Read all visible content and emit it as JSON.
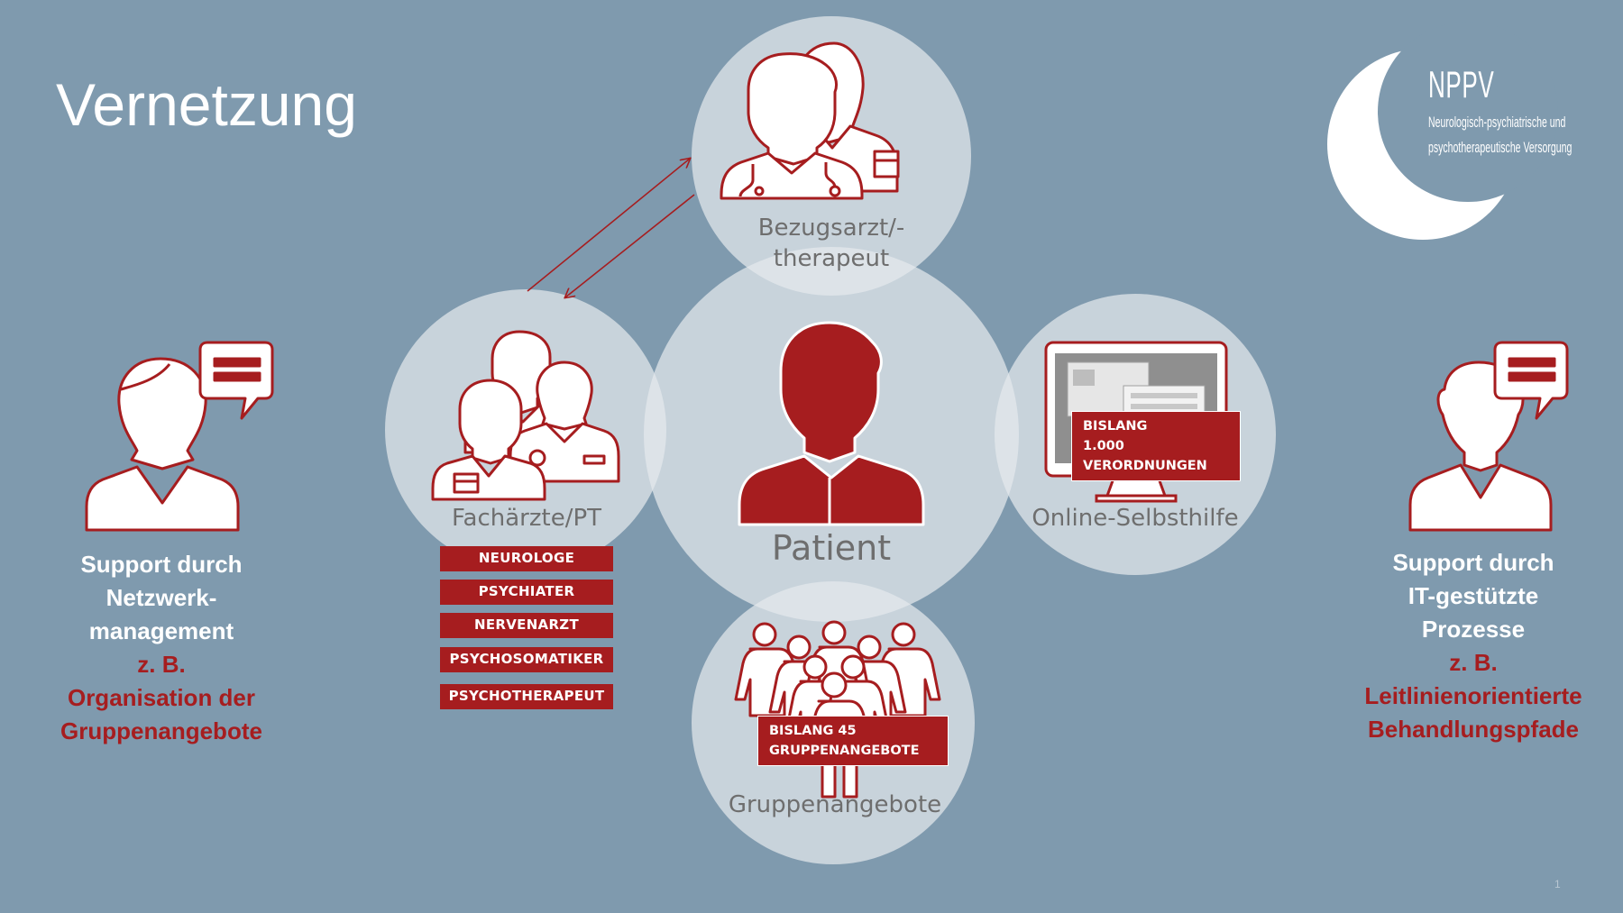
{
  "slide": {
    "title": "Vernetzung",
    "page_number": "1"
  },
  "logo": {
    "name": "NPPV",
    "subtitle_line1": "Neurologisch-psychiatrische und",
    "subtitle_line2": "psychotherapeutische Versorgung"
  },
  "nodes": {
    "center": "Patient",
    "top_line1": "Bezugsarzt/-",
    "top_line2": "therapeut",
    "left": "Fachärzte/PT",
    "right": "Online-Selbsthilfe",
    "bottom": "Gruppenangebote"
  },
  "specialists": [
    "NEUROLOGE",
    "PSYCHIATER",
    "NERVENARZT",
    "PSYCHOSOMATIKER",
    "PSYCHOTHERAPEUT"
  ],
  "online_box": {
    "line1": "BISLANG",
    "line2": "1.000 VERORDNUNGEN"
  },
  "group_box": {
    "line1": "BISLANG 45",
    "line2": "GRUPPENANGEBOTE"
  },
  "support_left": {
    "line1": "Support durch",
    "line2": "Netzwerk-",
    "line3": "management",
    "line4": "z. B.",
    "line5": "Organisation der",
    "line6": "Gruppenangebote"
  },
  "support_right": {
    "line1": "Support durch",
    "line2": "IT-gestützte",
    "line3": "Prozesse",
    "line4": "z. B.",
    "line5": "Leitlinienorientierte",
    "line6": "Behandlungspfade"
  },
  "colors": {
    "background": "#7f9aae",
    "accent_red": "#a61d1f",
    "circle_fill": "#d9e0e6",
    "label_gray": "#6e6e6e"
  },
  "icons": [
    "doctors-pair-icon",
    "specialists-group-icon",
    "patient-icon",
    "monitor-icon",
    "group-people-icon",
    "support-woman-icon",
    "support-man-icon",
    "speech-bubble-icon",
    "crescent-logo-icon"
  ]
}
